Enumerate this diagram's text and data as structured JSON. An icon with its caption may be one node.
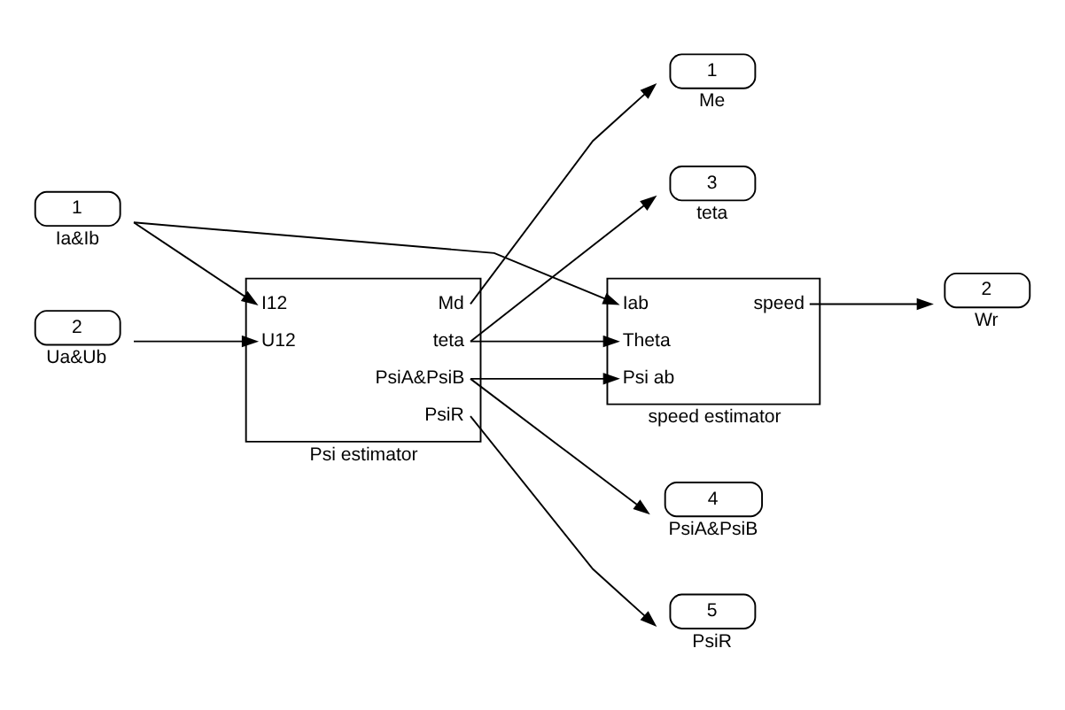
{
  "diagram": {
    "nodes": [
      {
        "text": [
          "1"
        ],
        "beside": [
          "Ia&Ib"
        ]
      },
      {
        "text": [
          "2"
        ],
        "beside": [
          "Ua&Ub"
        ]
      },
      {
        "text": [
          "I12",
          "U12",
          "Md",
          "teta",
          "PsiA&PsiB",
          "PsiR"
        ],
        "beside": [
          "Psi estimator"
        ]
      },
      {
        "text": [
          "Iab",
          "Theta",
          "Psi ab",
          "speed"
        ],
        "beside": [
          "speed estimator"
        ]
      },
      {
        "text": [
          "1"
        ],
        "beside": [
          "Me"
        ]
      },
      {
        "text": [
          "3"
        ],
        "beside": [
          "teta"
        ]
      },
      {
        "text": [
          "2"
        ],
        "beside": [
          "Wr"
        ]
      },
      {
        "text": [
          "4"
        ],
        "beside": [
          "PsiA&PsiB"
        ]
      },
      {
        "text": [
          "5"
        ],
        "beside": [
          "PsiR"
        ]
      }
    ],
    "edges": [
      {
        "from": 0,
        "to": 2,
        "arrow": "to"
      },
      {
        "from": 0,
        "to": 3,
        "arrow": "to"
      },
      {
        "from": 1,
        "to": 2,
        "arrow": "to"
      },
      {
        "from": 2,
        "to": 4,
        "arrow": "to"
      },
      {
        "from": 2,
        "to": 5,
        "arrow": "to"
      },
      {
        "from": 2,
        "to": 3,
        "arrow": "to"
      },
      {
        "from": 2,
        "to": 3,
        "arrow": "to"
      },
      {
        "from": 2,
        "to": 7,
        "arrow": "to"
      },
      {
        "from": 2,
        "to": 8,
        "arrow": "to"
      },
      {
        "from": 3,
        "to": 6,
        "arrow": "to"
      }
    ]
  }
}
